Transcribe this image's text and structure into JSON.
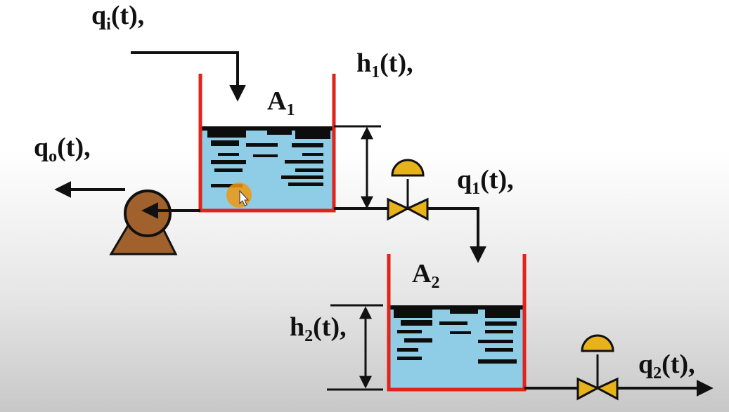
{
  "labels": {
    "qi": {
      "main": "q",
      "sub": "i",
      "tail": "(t),"
    },
    "qo": {
      "main": "q",
      "sub": "o",
      "tail": "(t),"
    },
    "q1": {
      "main": "q",
      "sub": "1",
      "tail": "(t),"
    },
    "q2": {
      "main": "q",
      "sub": "2",
      "tail": "(t),"
    },
    "h1": {
      "main": "h",
      "sub": "1",
      "tail": "(t),"
    },
    "h2": {
      "main": "h",
      "sub": "2",
      "tail": "(t),"
    },
    "A1": {
      "main": "A",
      "sub": "1"
    },
    "A2": {
      "main": "A",
      "sub": "2"
    }
  },
  "colors": {
    "tank_wall": "#e0241b",
    "water": "#8fcde6",
    "valve": "#e8b21a",
    "pump": "#a0612d",
    "line": "#111111",
    "cursor_highlight": "#f0960f"
  },
  "icons": [
    "valve-icon",
    "pump-icon",
    "flow-arrow-icon",
    "mouse-cursor-icon"
  ]
}
